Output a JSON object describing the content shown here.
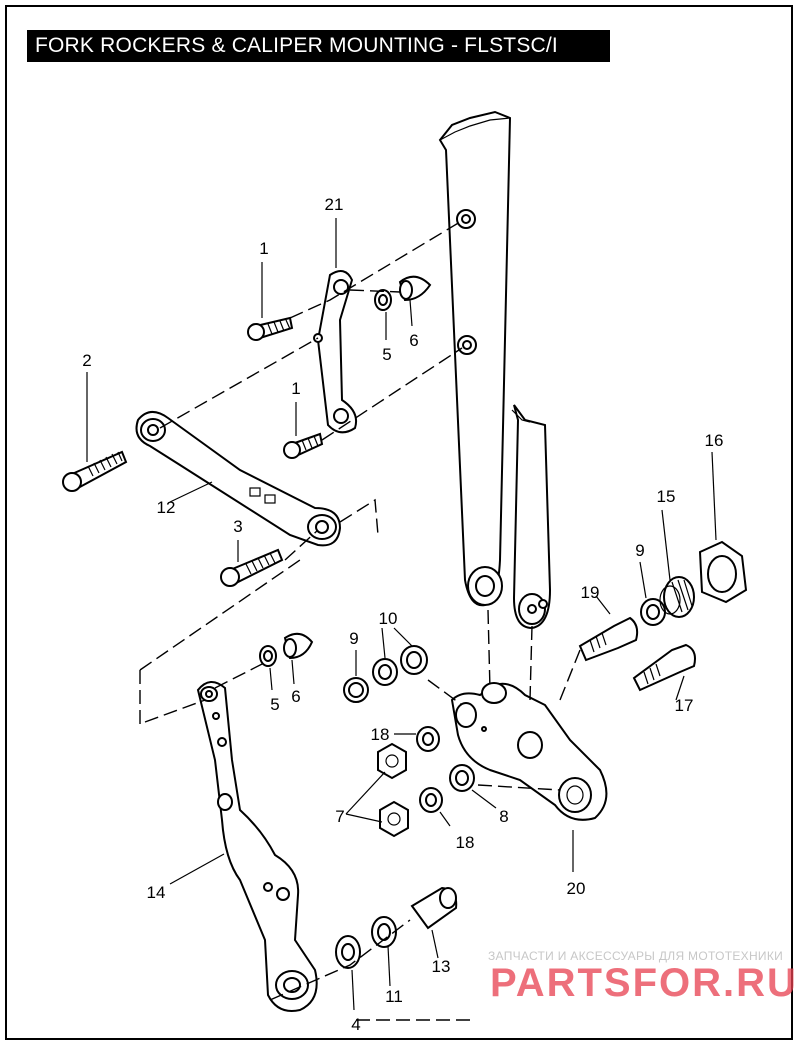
{
  "title": "FORK ROCKERS & CALIPER MOUNTING - FLSTSC/I",
  "labels": {
    "l1a": "1",
    "l1b": "1",
    "l2": "2",
    "l3": "3",
    "l4": "4",
    "l5a": "5",
    "l5b": "5",
    "l6a": "6",
    "l6b": "6",
    "l7": "7",
    "l8": "8",
    "l9a": "9",
    "l9b": "9",
    "l10": "10",
    "l11": "11",
    "l12": "12",
    "l13": "13",
    "l14": "14",
    "l15": "15",
    "l16": "16",
    "l17": "17",
    "l18a": "18",
    "l18b": "18",
    "l19": "19",
    "l20": "20",
    "l21": "21"
  },
  "watermark": {
    "tagline": "ЗАПЧАСТИ И АКСЕССУАРЫ ДЛЯ МОТОТЕХНИКИ",
    "brand": "PARTSFOR.RU",
    "brand_color": "#e8404f"
  }
}
